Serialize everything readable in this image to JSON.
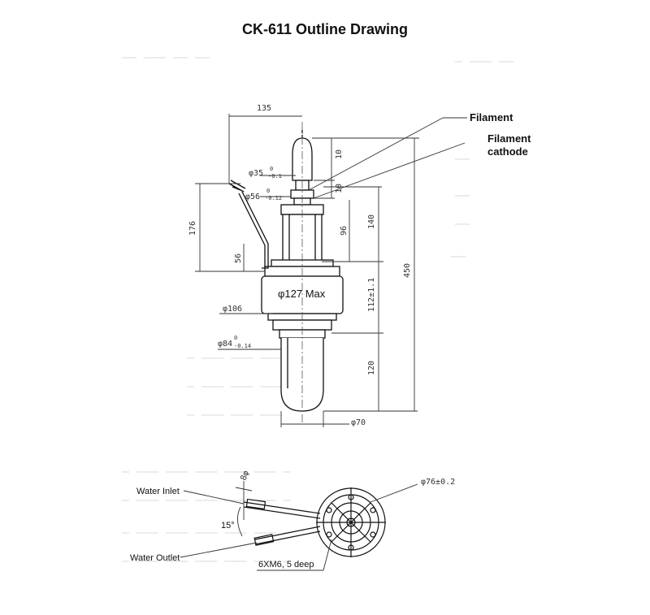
{
  "title": "CK-611 Outline Drawing",
  "labels": {
    "filament": "Filament",
    "filament_cathode_line1": "Filament",
    "filament_cathode_line2": "cathode",
    "diameter_max": "φ127 Max",
    "water_inlet": "Water Inlet",
    "water_outlet": "Water Outlet",
    "thread": "6XM6, 5 deep",
    "angle": "15°"
  },
  "dimensions": {
    "d135": "135",
    "d10a": "10",
    "d10b": "10",
    "d35": "φ35",
    "d35_tol_top": "0",
    "d35_tol_bot": "-0.1",
    "d56": "φ56",
    "d56_tol_top": "0",
    "d56_tol_bot": "-0.12",
    "d176": "176",
    "d140": "140",
    "d96": "96",
    "d56v": "56",
    "d450": "450",
    "d112": "112±1.1",
    "d106": "φ106",
    "d84": "φ84",
    "d84_tol_top": "0",
    "d84_tol_bot": "-0.14",
    "d120": "120",
    "d70": "φ70",
    "d76": "φ76±0.2",
    "d8": "8φ"
  }
}
